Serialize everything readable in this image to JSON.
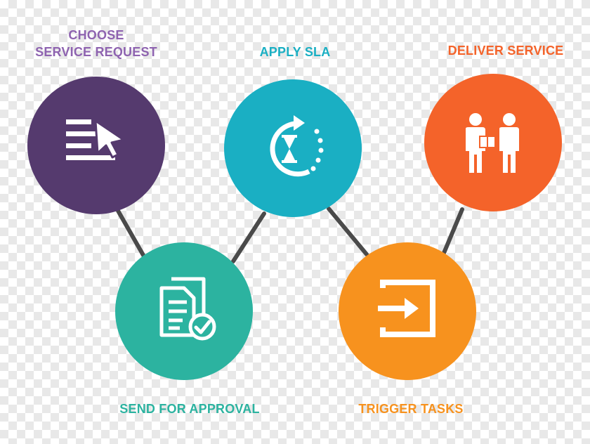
{
  "steps": [
    {
      "id": "choose",
      "line1": "CHOOSE",
      "line2": "SERVICE REQUEST",
      "icon": "menu-cursor-icon",
      "color": "#553A6E",
      "label_color": "#8E63B0"
    },
    {
      "id": "approval",
      "line1": "SEND FOR APPROVAL",
      "icon": "document-check-icon",
      "color": "#2CB3A0",
      "label_color": "#2CB3A0"
    },
    {
      "id": "sla",
      "line1": "APPLY SLA",
      "icon": "hourglass-refresh-icon",
      "color": "#1AAFC3",
      "label_color": "#1AAFC3"
    },
    {
      "id": "tasks",
      "line1": "TRIGGER TASKS",
      "icon": "enter-arrow-icon",
      "color": "#F7921E",
      "label_color": "#F7921E"
    },
    {
      "id": "deliver",
      "line1": "DELIVER SERVICE",
      "icon": "handover-people-icon",
      "color": "#F4632A",
      "label_color": "#F4632A"
    }
  ],
  "connector_color": "#4A4A4A"
}
